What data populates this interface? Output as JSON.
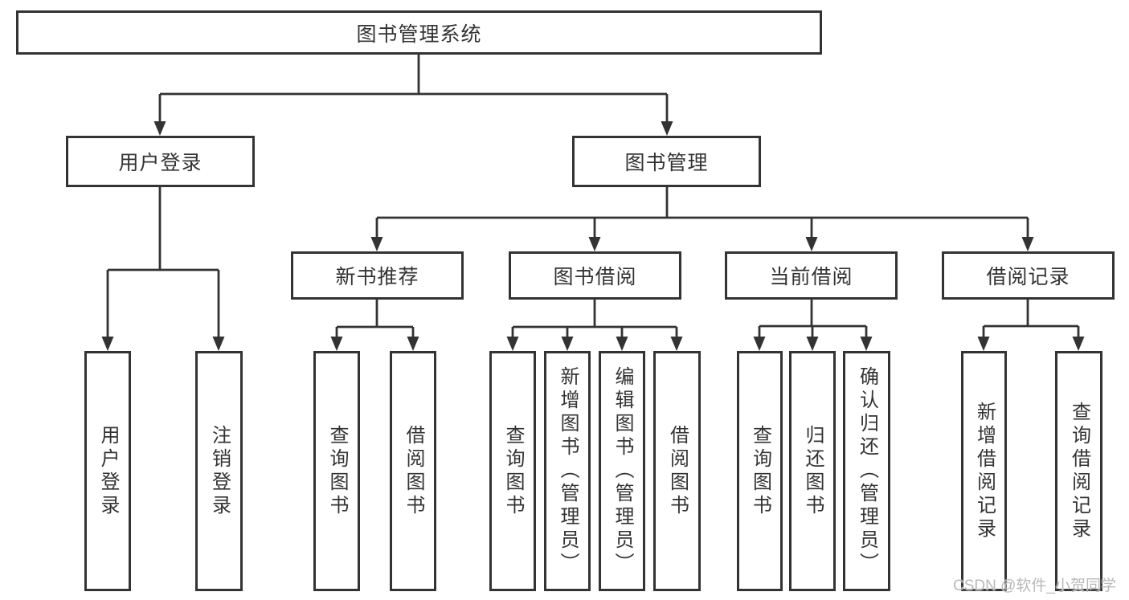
{
  "diagram": {
    "title": "图书管理系统",
    "watermark": "CSDN @软件_小贺同学",
    "colors": {
      "line": "#333333",
      "box_border": "#333333",
      "text": "#333333",
      "background": "#ffffff",
      "watermark": "#b9b9b9"
    },
    "nodes": {
      "root": {
        "label": "图书管理系统"
      },
      "user_login": {
        "label": "用户登录"
      },
      "book_mgmt": {
        "label": "图书管理"
      },
      "new_book_rec": {
        "label": "新书推荐"
      },
      "book_borrow": {
        "label": "图书借阅"
      },
      "current_borrow": {
        "label": "当前借阅"
      },
      "borrow_records": {
        "label": "借阅记录"
      },
      "leaf_user_login": {
        "label": "用户登录"
      },
      "leaf_logout": {
        "label": "注销登录"
      },
      "leaf_rec_query": {
        "label": "查询图书"
      },
      "leaf_rec_borrow": {
        "label": "借阅图书"
      },
      "leaf_bb_query": {
        "label": "查询图书"
      },
      "leaf_bb_add": {
        "label": "新增图书（管理员）"
      },
      "leaf_bb_edit": {
        "label": "编辑图书（管理员）"
      },
      "leaf_bb_borrow": {
        "label": "借阅图书"
      },
      "leaf_cb_query": {
        "label": "查询图书"
      },
      "leaf_cb_return": {
        "label": "归还图书"
      },
      "leaf_cb_confirm": {
        "label": "确认归还（管理员）"
      },
      "leaf_br_add": {
        "label": "新增借阅记录"
      },
      "leaf_br_query": {
        "label": "查询借阅记录"
      }
    },
    "edges": [
      "root->user_login",
      "root->book_mgmt",
      "user_login->leaf_user_login",
      "user_login->leaf_logout",
      "book_mgmt->new_book_rec",
      "book_mgmt->book_borrow",
      "book_mgmt->current_borrow",
      "book_mgmt->borrow_records",
      "new_book_rec->leaf_rec_query",
      "new_book_rec->leaf_rec_borrow",
      "book_borrow->leaf_bb_query",
      "book_borrow->leaf_bb_add",
      "book_borrow->leaf_bb_edit",
      "book_borrow->leaf_bb_borrow",
      "current_borrow->leaf_cb_query",
      "current_borrow->leaf_cb_return",
      "current_borrow->leaf_cb_confirm",
      "borrow_records->leaf_br_add",
      "borrow_records->leaf_br_query"
    ]
  }
}
